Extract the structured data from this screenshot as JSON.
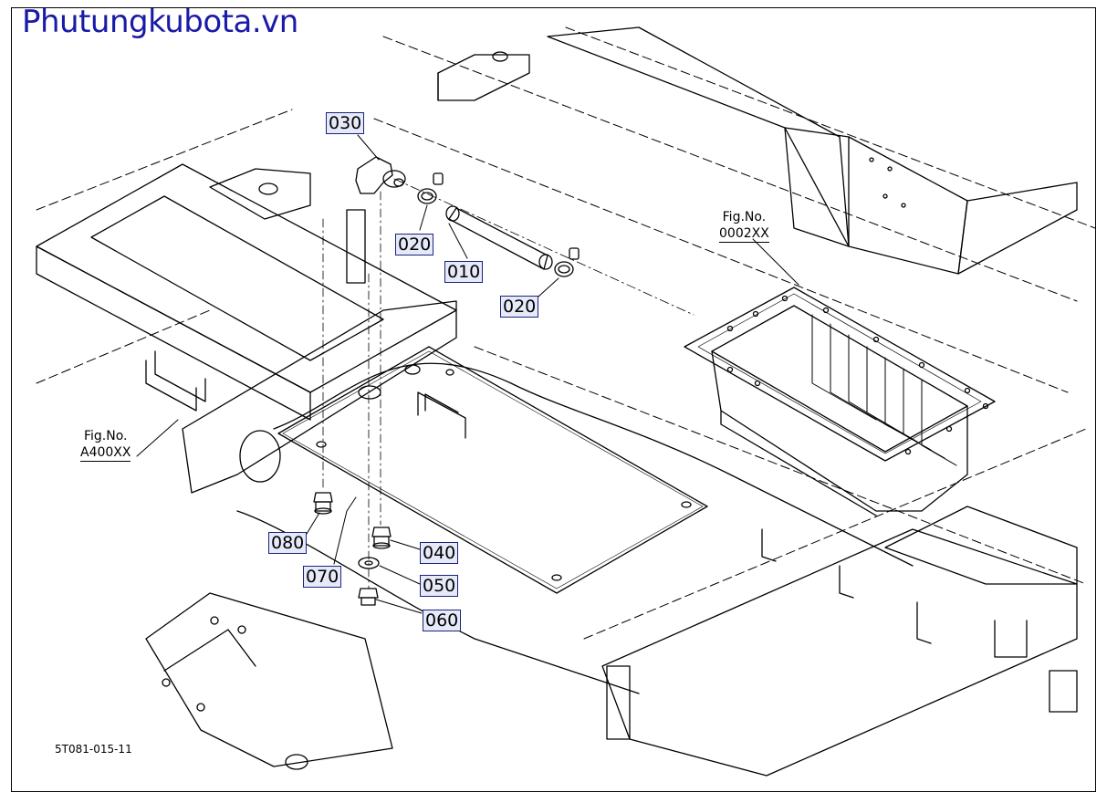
{
  "watermark": "Phutungkubota.vn",
  "callouts": {
    "p030": "030",
    "p020a": "020",
    "p010": "010",
    "p020b": "020",
    "p080": "080",
    "p070": "070",
    "p040": "040",
    "p050": "050",
    "p060": "060"
  },
  "fig_refs": {
    "right": {
      "label": "Fig.No.",
      "code": "0002XX"
    },
    "left": {
      "label": "Fig.No.",
      "code": "A400XX"
    }
  },
  "drawing_number": "5T081-015-11"
}
